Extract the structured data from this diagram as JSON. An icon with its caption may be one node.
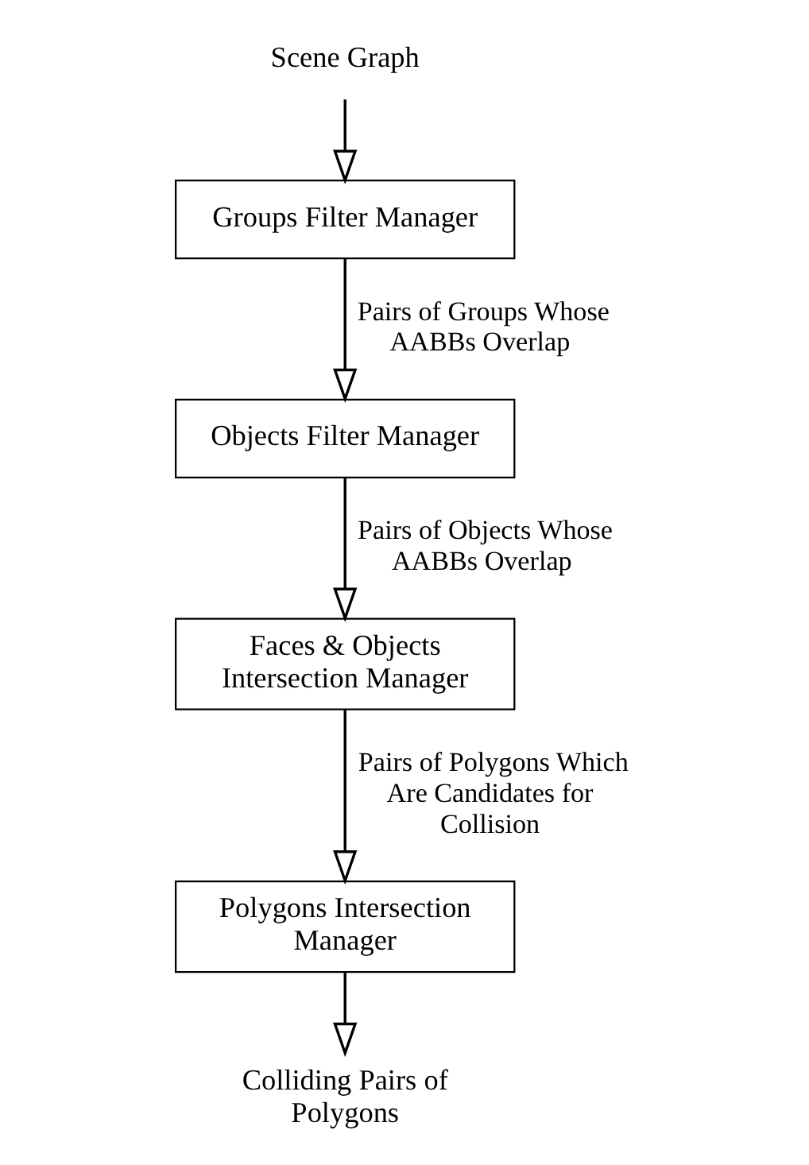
{
  "diagram": {
    "nodes": [
      {
        "text": [
          "Scene Graph"
        ]
      },
      {
        "text": [
          "Groups Filter Manager"
        ]
      },
      {
        "text": [
          "Objects Filter Manager"
        ]
      },
      {
        "text": [
          "Faces & Objects Intersection Manager"
        ]
      },
      {
        "text": [
          "Polygons Intersection Manager"
        ]
      },
      {
        "text": [
          "Colliding Pairs of Polygons"
        ]
      }
    ],
    "edges": [
      {
        "from": 0,
        "to": 1,
        "arrow": "to"
      },
      {
        "from": 1,
        "to": 2,
        "arrow": "to",
        "label": "Pairs of Groups Whose AABBs Overlap"
      },
      {
        "from": 2,
        "to": 3,
        "arrow": "to",
        "label": "Pairs of Objects Whose AABBs Overlap"
      },
      {
        "from": 3,
        "to": 4,
        "arrow": "to",
        "label": "Pairs of Polygons Which Are Candidates for Collision"
      },
      {
        "from": 4,
        "to": 5,
        "arrow": "to"
      }
    ]
  }
}
